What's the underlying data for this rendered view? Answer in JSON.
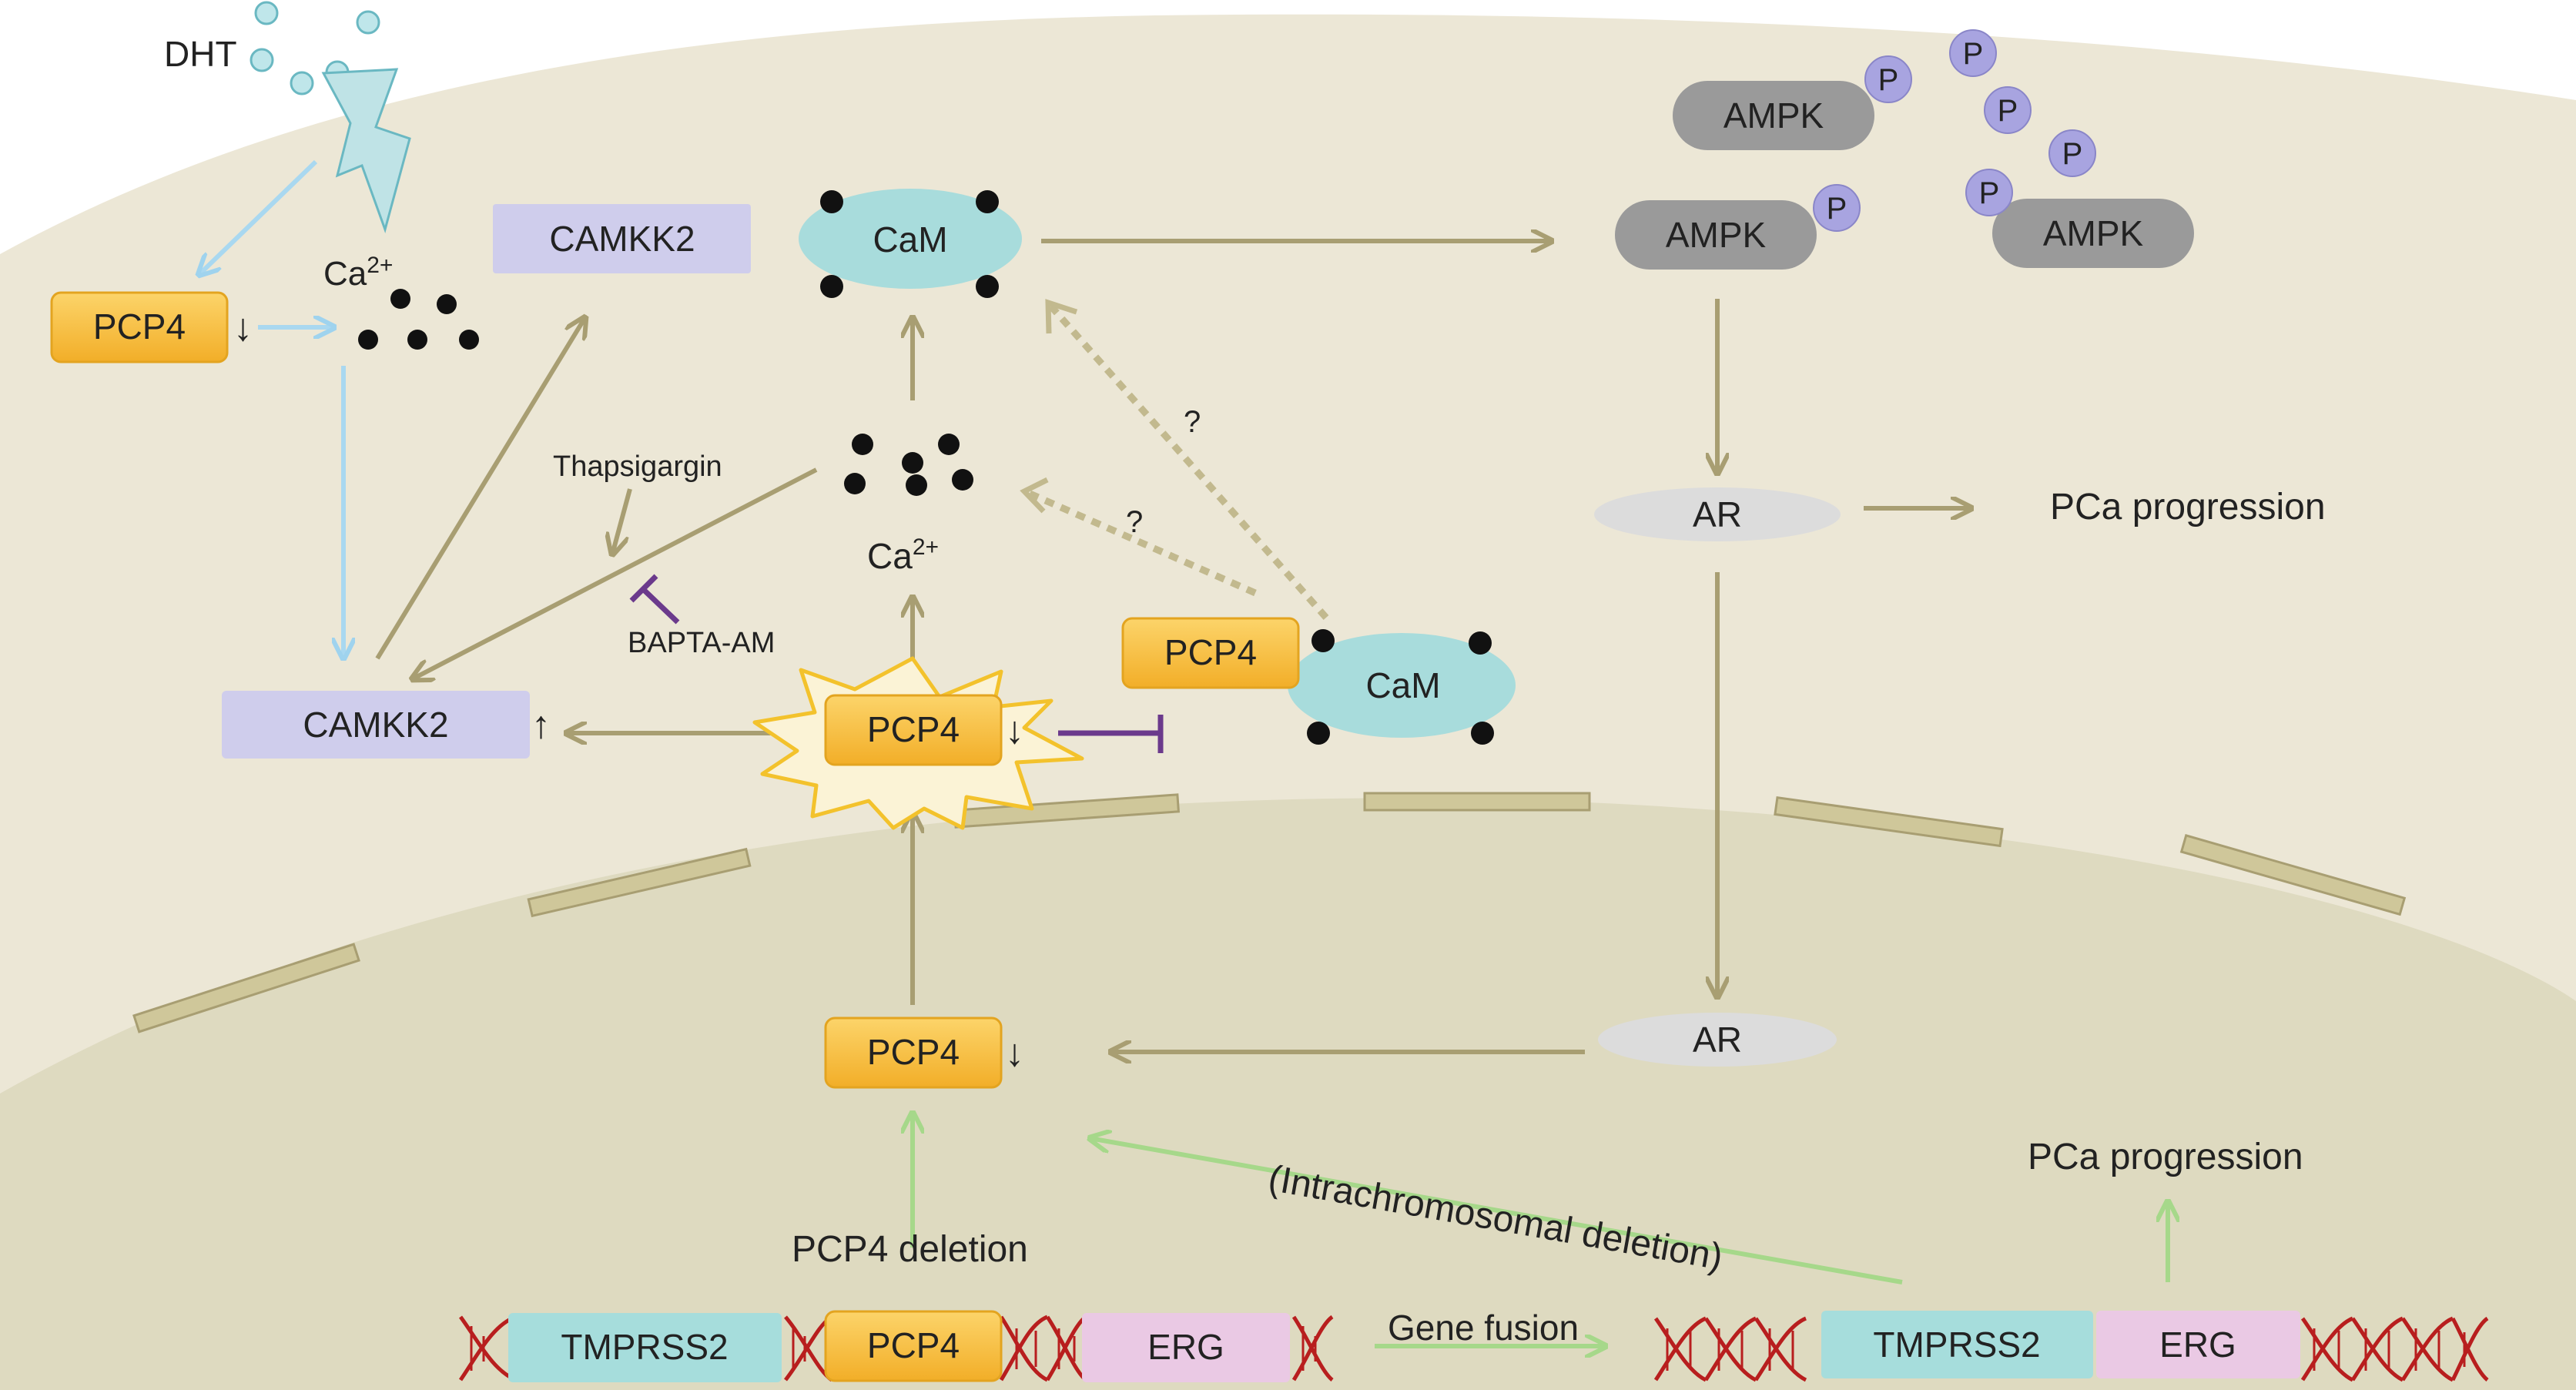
{
  "labels": {
    "dht": "DHT",
    "ca_top": "Ca",
    "ca_sup": "2+",
    "ca_mid": "Ca",
    "thapsigargin": "Thapsigargin",
    "bapta": "BAPTA-AM",
    "question": "?",
    "pca_top": "PCa progression",
    "pca_bottom": "PCa progression",
    "pcp4_deletion": "PCP4 deletion",
    "intrachromosomal": "(Intrachromosomal deletion)",
    "gene_fusion": "Gene fusion",
    "p": "P"
  },
  "boxes": {
    "pcp4": "PCP4",
    "camkk2": "CAMKK2",
    "cam": "CaM",
    "ampk": "AMPK",
    "ar": "AR",
    "tmprss2": "TMPRSS2",
    "erg": "ERG"
  },
  "symbols": {
    "down": "↓",
    "up": "↑"
  },
  "colors": {
    "cytoplasm": "#ECE7D6",
    "nucleus": "#DEDAC0",
    "arrow_olive": "#A89E72",
    "arrow_blue": "#A9D8F0",
    "arrow_green": "#A6D88A",
    "inhibit_purple": "#6B3A8C",
    "pcp4_box": "#F7C040",
    "camkk2_box": "#CFCDEC",
    "cam_ellipse": "#A8DCDC",
    "ampk_box": "#9A9A9A",
    "ar_ellipse": "#DCDCDC",
    "phosphate": "#A8A4E0",
    "tmprss2_box": "#A6DDDC",
    "erg_box": "#EAC9E4",
    "dna_red": "#B81E1E"
  }
}
